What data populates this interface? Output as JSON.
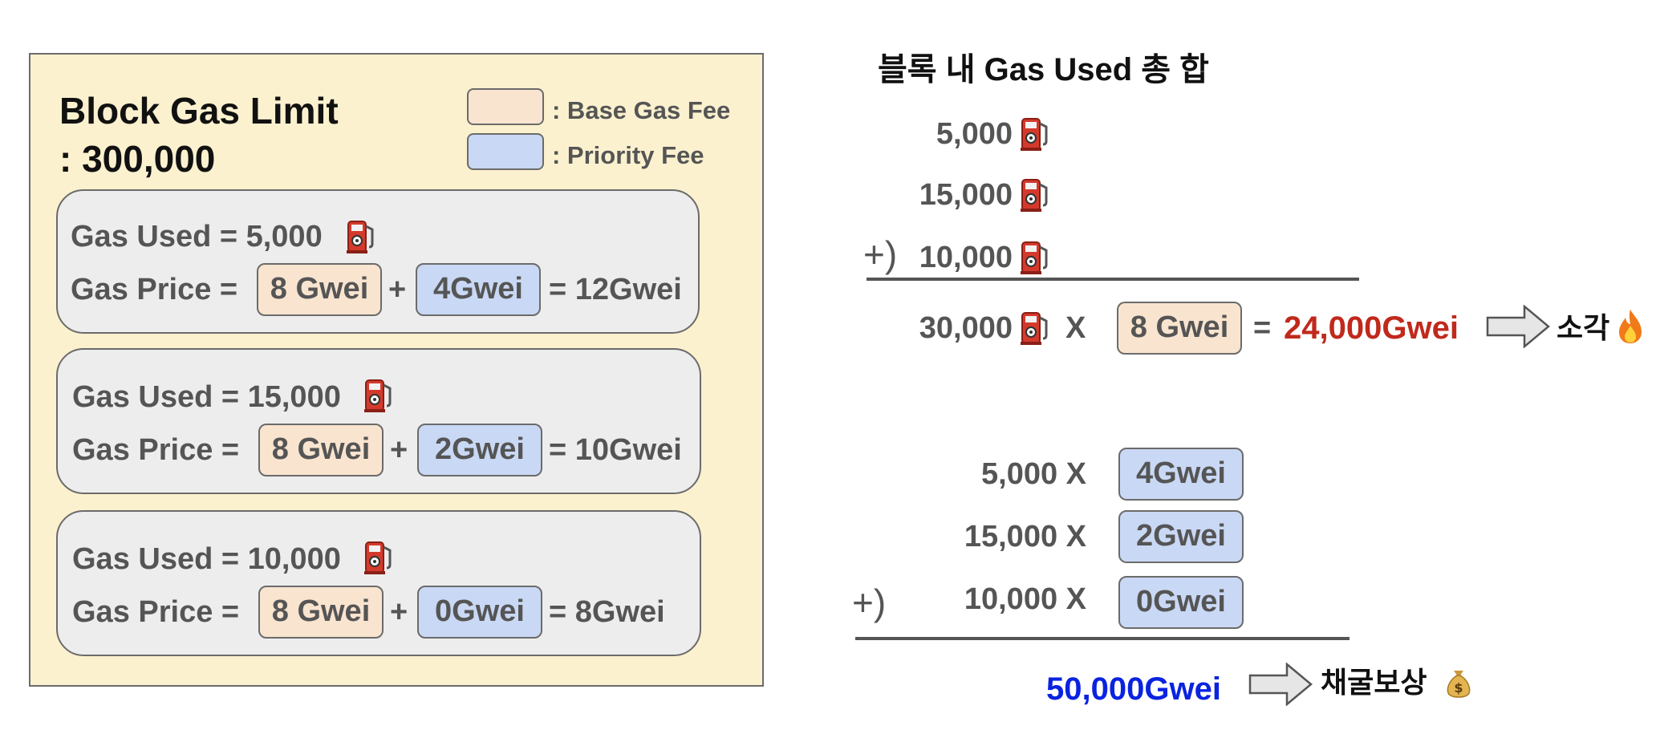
{
  "block": {
    "title_line1": "Block Gas Limit",
    "title_line2": ": 300,000",
    "legend": [
      {
        "label": ": Base Gas Fee",
        "color": "#f9e4cf"
      },
      {
        "label": ": Priority Fee",
        "color": "#c9d8f4"
      }
    ],
    "transactions": [
      {
        "gas_used": "Gas Used = 5,000",
        "price_label": "Gas Price =",
        "base": "8 Gwei",
        "plus": "+",
        "priority": "4Gwei",
        "total": "= 12Gwei"
      },
      {
        "gas_used": "Gas Used = 15,000",
        "price_label": "Gas Price =",
        "base": "8 Gwei",
        "plus": "+",
        "priority": "2Gwei",
        "total": "= 10Gwei"
      },
      {
        "gas_used": "Gas Used = 10,000",
        "price_label": "Gas Price =",
        "base": "8 Gwei",
        "plus": "+",
        "priority": "0Gwei",
        "total": "= 8Gwei"
      }
    ]
  },
  "burn_calc": {
    "heading": "블록 내 Gas Used 총 합",
    "addends": [
      "5,000",
      "15,000",
      "10,000"
    ],
    "plus_sign": "+)",
    "sum": "30,000",
    "times": "X",
    "base": "8 Gwei",
    "equals": "=",
    "result": "24,000Gwei",
    "result_color": "#c0291c",
    "outcome": "소각",
    "outcome_icon": "fire-icon"
  },
  "reward_calc": {
    "rows": [
      {
        "gas": "5,000 X",
        "fee": "4Gwei"
      },
      {
        "gas": "15,000 X",
        "fee": "2Gwei"
      },
      {
        "gas": "10,000 X",
        "fee": "0Gwei"
      }
    ],
    "plus_sign": "+)",
    "result": "50,000Gwei",
    "result_color": "#0a23e0",
    "outcome": "채굴보상",
    "outcome_icon": "money-bag-icon"
  },
  "icons": {
    "gas": "fuel-pump-icon",
    "arrow": "arrow-right-icon"
  }
}
